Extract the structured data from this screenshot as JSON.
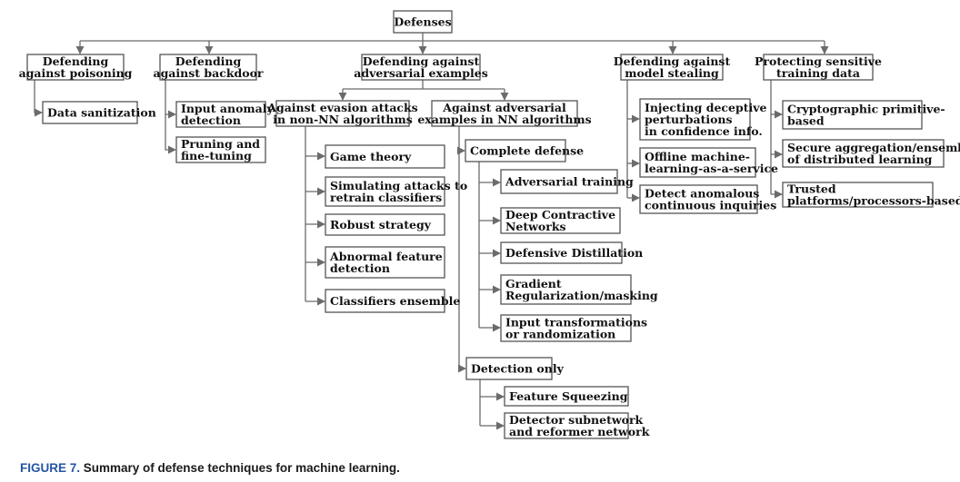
{
  "figure": {
    "label": "FIGURE 7.",
    "caption": "Summary of defense techniques for machine learning."
  },
  "nodes": {
    "root": [
      "Defenses"
    ],
    "poison": [
      "Defending",
      "against poisoning"
    ],
    "sanitize": [
      "Data sanitization"
    ],
    "backdoor": [
      "Defending",
      "against backdoor"
    ],
    "input_anomaly": [
      "Input anomaly",
      "detection"
    ],
    "pruning": [
      "Pruning and",
      "fine-tuning"
    ],
    "adversarial": [
      "Defending against",
      "adversarial examples"
    ],
    "evasion": [
      "Against evasion attacks",
      "in non-NN algorithms"
    ],
    "game": [
      "Game theory"
    ],
    "simulating": [
      "Simulating attacks to",
      "retrain classifiers"
    ],
    "robust": [
      "Robust strategy"
    ],
    "abnormal": [
      "Abnormal feature",
      "detection"
    ],
    "ensemble": [
      "Classifiers ensemble"
    ],
    "nn": [
      "Against adversarial",
      "examples in NN algorithms"
    ],
    "complete": [
      "Complete defense"
    ],
    "adv_training": [
      "Adversarial training"
    ],
    "deep_contractive": [
      "Deep Contractive",
      "Networks"
    ],
    "distillation": [
      "Defensive Distillation"
    ],
    "gradient": [
      "Gradient",
      "Regularization/masking"
    ],
    "input_transform": [
      "Input transformations",
      "or randomization"
    ],
    "detection_only": [
      "Detection only"
    ],
    "squeezing": [
      "Feature Squeezing"
    ],
    "detector": [
      "Detector subnetwork",
      "and reformer network"
    ],
    "stealing": [
      "Defending against",
      "model stealing"
    ],
    "deceptive": [
      "Injecting deceptive",
      "perturbations",
      "in confidence info."
    ],
    "offline": [
      "Offline machine-",
      "learning-as-a-service"
    ],
    "anomalous": [
      "Detect anomalous",
      "continuous inquiries"
    ],
    "sensitive": [
      "Protecting sensitive",
      "training data"
    ],
    "crypto": [
      "Cryptographic primitive-",
      "based"
    ],
    "secure_agg": [
      "Secure aggregation/ensembles",
      "of distributed learning"
    ],
    "trusted": [
      "Trusted",
      "platforms/processors-based"
    ]
  }
}
